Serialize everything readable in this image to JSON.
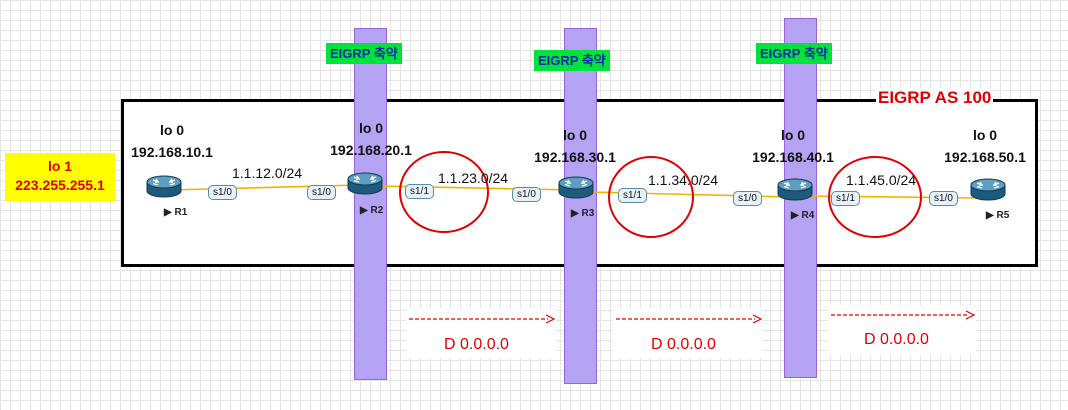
{
  "as_label": "EIGRP AS 100",
  "summary_label": "EIGRP 축약",
  "lo1": {
    "name": "lo 1",
    "ip": "223.255.255.1"
  },
  "routers": [
    {
      "name": "R1",
      "lo_name": "lo 0",
      "lo_ip": "192.168.10.1"
    },
    {
      "name": "R2",
      "lo_name": "lo 0",
      "lo_ip": "192.168.20.1"
    },
    {
      "name": "R3",
      "lo_name": "lo 0",
      "lo_ip": "192.168.30.1"
    },
    {
      "name": "R4",
      "lo_name": "lo 0",
      "lo_ip": "192.168.40.1"
    },
    {
      "name": "R5",
      "lo_name": "lo 0",
      "lo_ip": "192.168.50.1"
    }
  ],
  "links": [
    {
      "subnet": "1.1.12.0/24",
      "if_left": "s1/0",
      "if_right": "s1/0"
    },
    {
      "subnet": "1.1.23.0/24",
      "if_left": "s1/1",
      "if_right": "s1/0"
    },
    {
      "subnet": "1.1.34.0/24",
      "if_left": "s1/1",
      "if_right": "s1/0"
    },
    {
      "subnet": "1.1.45.0/24",
      "if_left": "s1/1",
      "if_right": "s1/0"
    }
  ],
  "default_routes": [
    "D 0.0.0.0",
    "D 0.0.0.0",
    "D 0.0.0.0"
  ],
  "colors": {
    "highlight_red": "#e00000",
    "summary_green": "#00e33c",
    "column_purple": "#b3a3f2",
    "link_yellow": "#f0b400",
    "lo1_yellow": "#ffff00"
  }
}
